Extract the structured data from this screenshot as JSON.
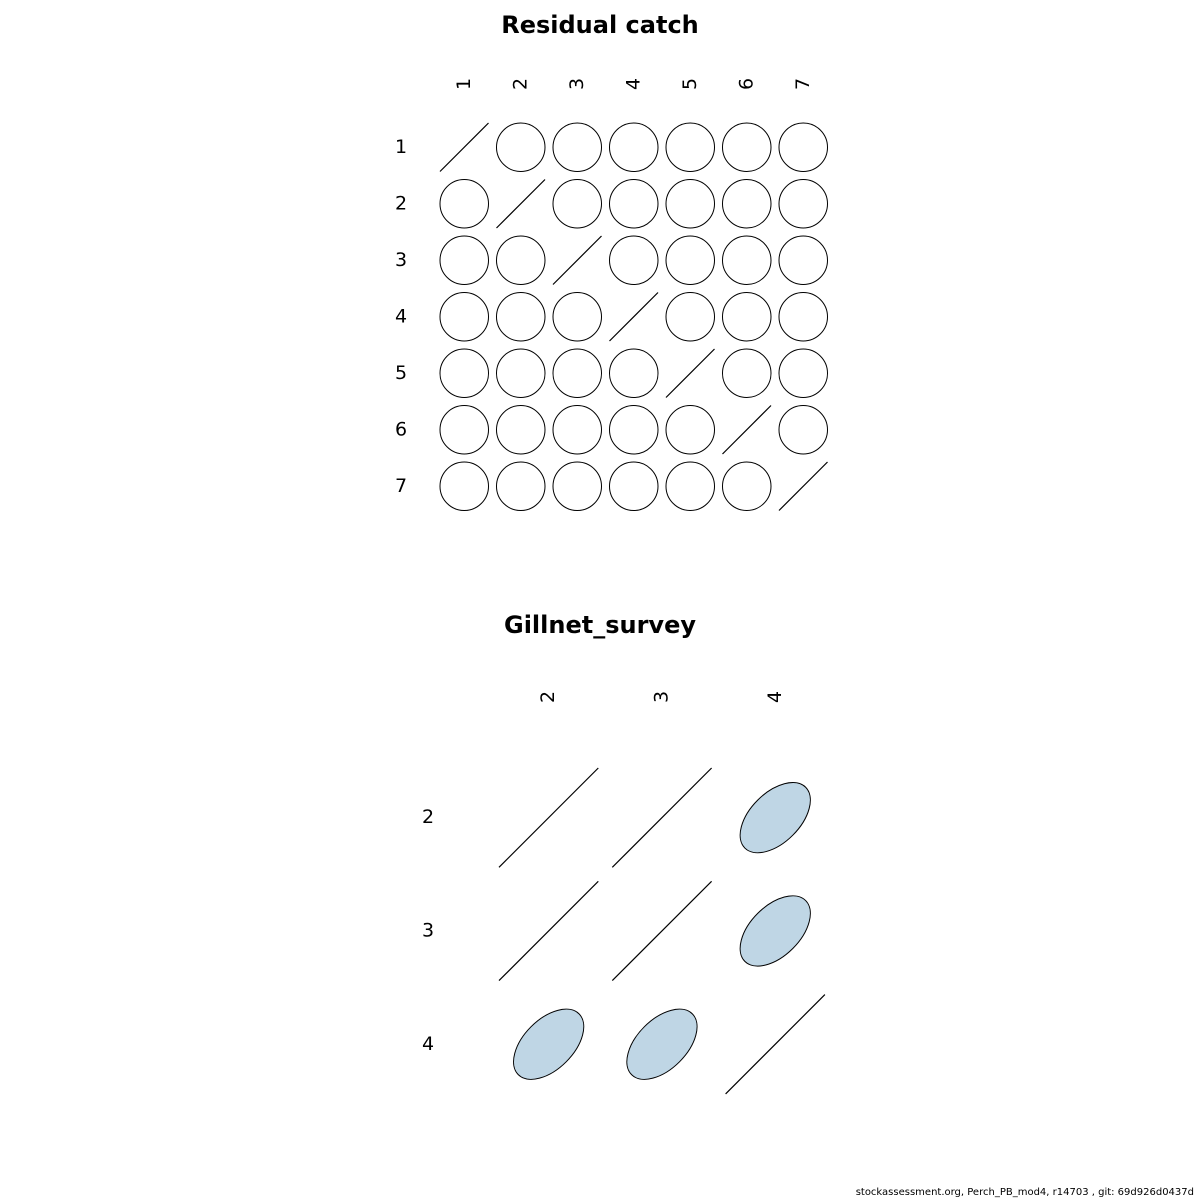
{
  "chart_data": [
    {
      "type": "heatmap",
      "subtype": "correlation-ellipse-matrix",
      "title": "Residual catch",
      "row_labels": [
        "1",
        "2",
        "3",
        "4",
        "5",
        "6",
        "7"
      ],
      "col_labels": [
        "1",
        "2",
        "3",
        "4",
        "5",
        "6",
        "7"
      ],
      "values": [
        [
          1,
          0,
          0,
          0,
          0,
          0,
          0
        ],
        [
          0,
          1,
          0,
          0,
          0,
          0,
          0
        ],
        [
          0,
          0,
          1,
          0,
          0,
          0,
          0
        ],
        [
          0,
          0,
          0,
          1,
          0,
          0,
          0
        ],
        [
          0,
          0,
          0,
          0,
          1,
          0,
          0
        ],
        [
          0,
          0,
          0,
          0,
          0,
          1,
          0
        ],
        [
          0,
          0,
          0,
          0,
          0,
          0,
          1
        ]
      ],
      "fill_color": "#ffffff"
    },
    {
      "type": "heatmap",
      "subtype": "correlation-ellipse-matrix",
      "title": "Gillnet_survey",
      "row_labels": [
        "2",
        "3",
        "4"
      ],
      "col_labels": [
        "2",
        "3",
        "4"
      ],
      "values": [
        [
          1,
          1,
          0.5
        ],
        [
          1,
          1,
          0.5
        ],
        [
          0.5,
          0.5,
          1
        ]
      ],
      "fill_color": "#bfd6e5"
    }
  ],
  "footer": "stockassessment.org, Perch_PB_mod4, r14703 , git: 69d926d0437d"
}
